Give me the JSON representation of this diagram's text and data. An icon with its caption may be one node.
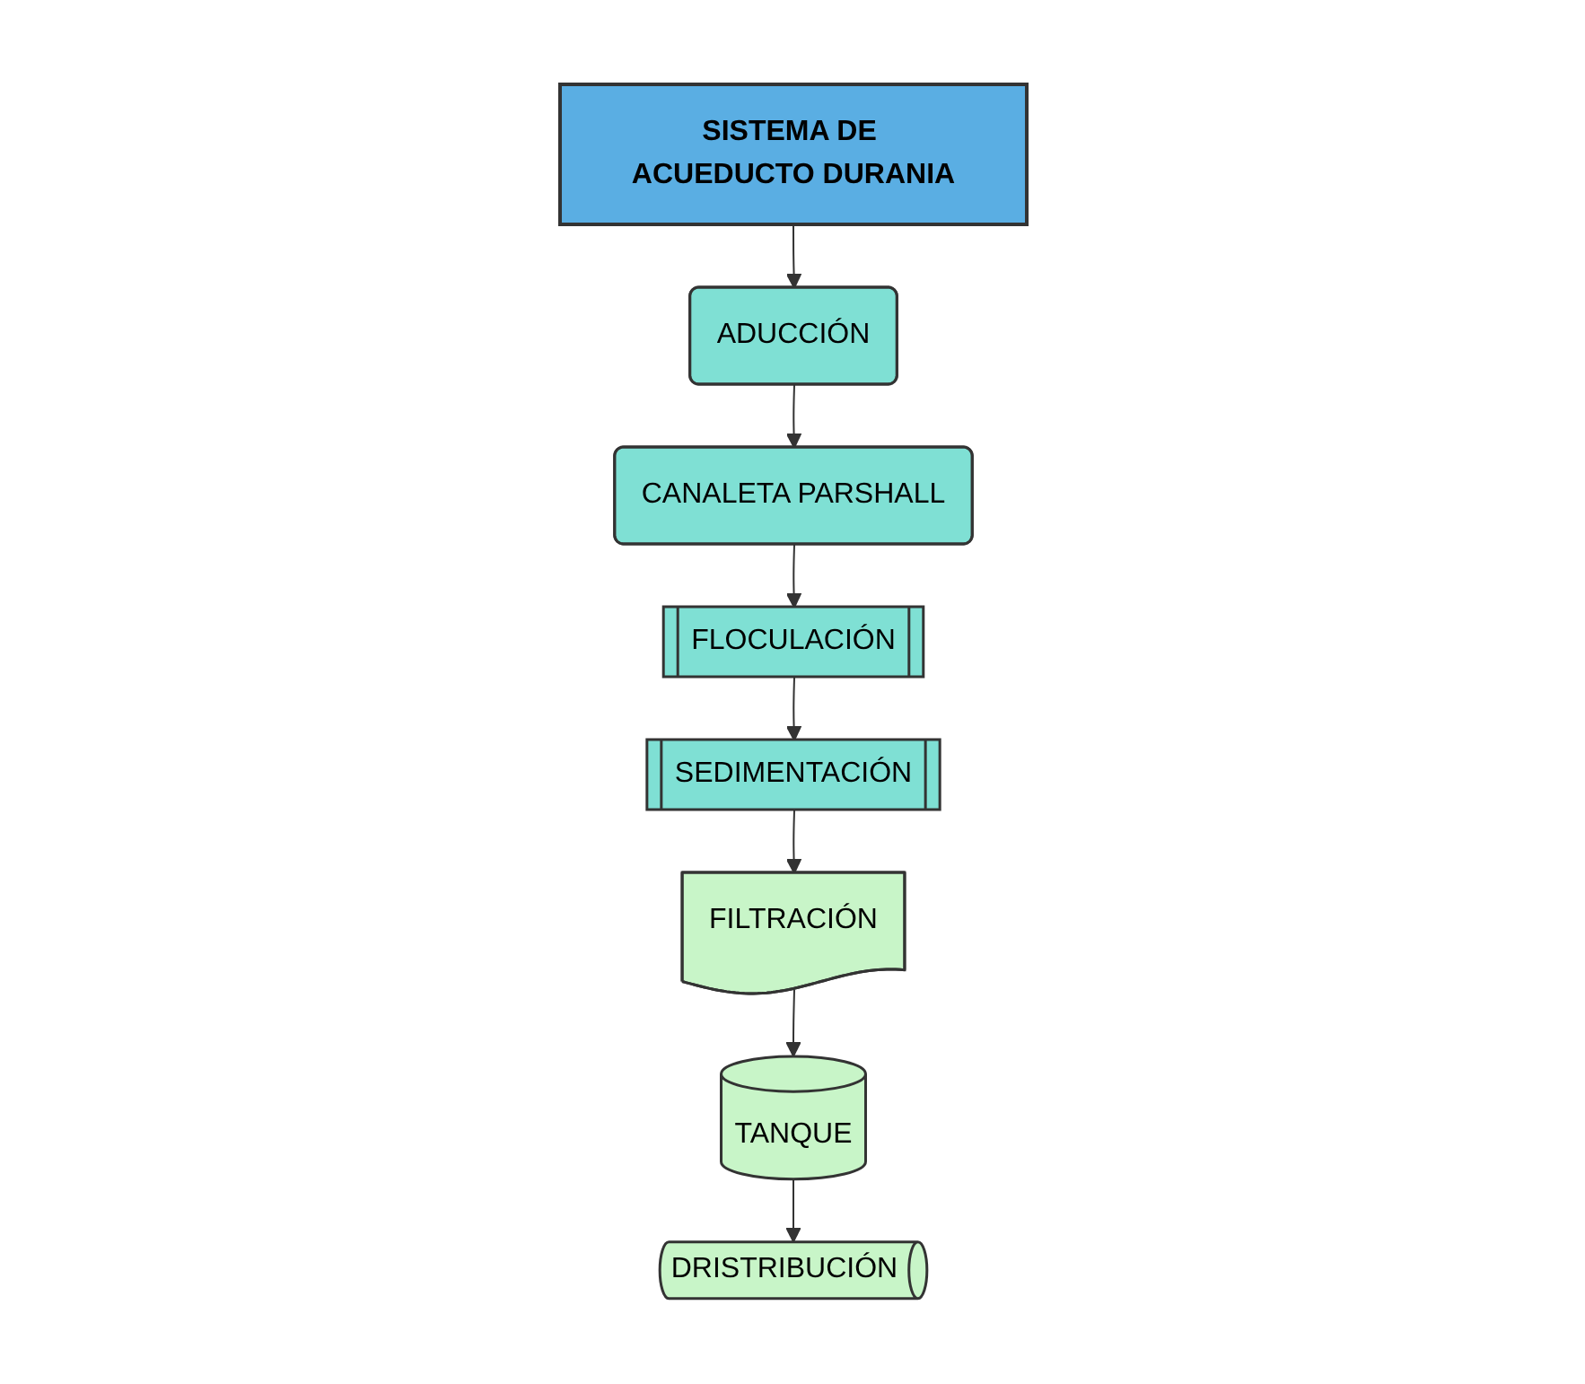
{
  "diagram": {
    "nodes": [
      {
        "text": [
          "SISTEMA DE ACUEDUCTO DURANIA"
        ]
      },
      {
        "text": [
          "ADUCCIÓN"
        ]
      },
      {
        "text": [
          "CANALETA PARSHALL"
        ]
      },
      {
        "text": [
          "FLOCULACIÓN"
        ]
      },
      {
        "text": [
          "SEDIMENTACIÓN"
        ]
      },
      {
        "text": [
          "FILTRACIÓN"
        ]
      },
      {
        "text": [
          "TANQUE"
        ]
      },
      {
        "text": [
          "DRISTRIBUCIÓN"
        ]
      }
    ],
    "edges": [
      {
        "from": 0,
        "to": 1,
        "arrow": "to"
      },
      {
        "from": 1,
        "to": 2,
        "arrow": "to"
      },
      {
        "from": 2,
        "to": 3,
        "arrow": "to"
      },
      {
        "from": 3,
        "to": 4,
        "arrow": "to"
      },
      {
        "from": 4,
        "to": 5,
        "arrow": "to"
      },
      {
        "from": 5,
        "to": 6,
        "arrow": "to"
      },
      {
        "from": 6,
        "to": 7,
        "arrow": "to"
      }
    ]
  }
}
